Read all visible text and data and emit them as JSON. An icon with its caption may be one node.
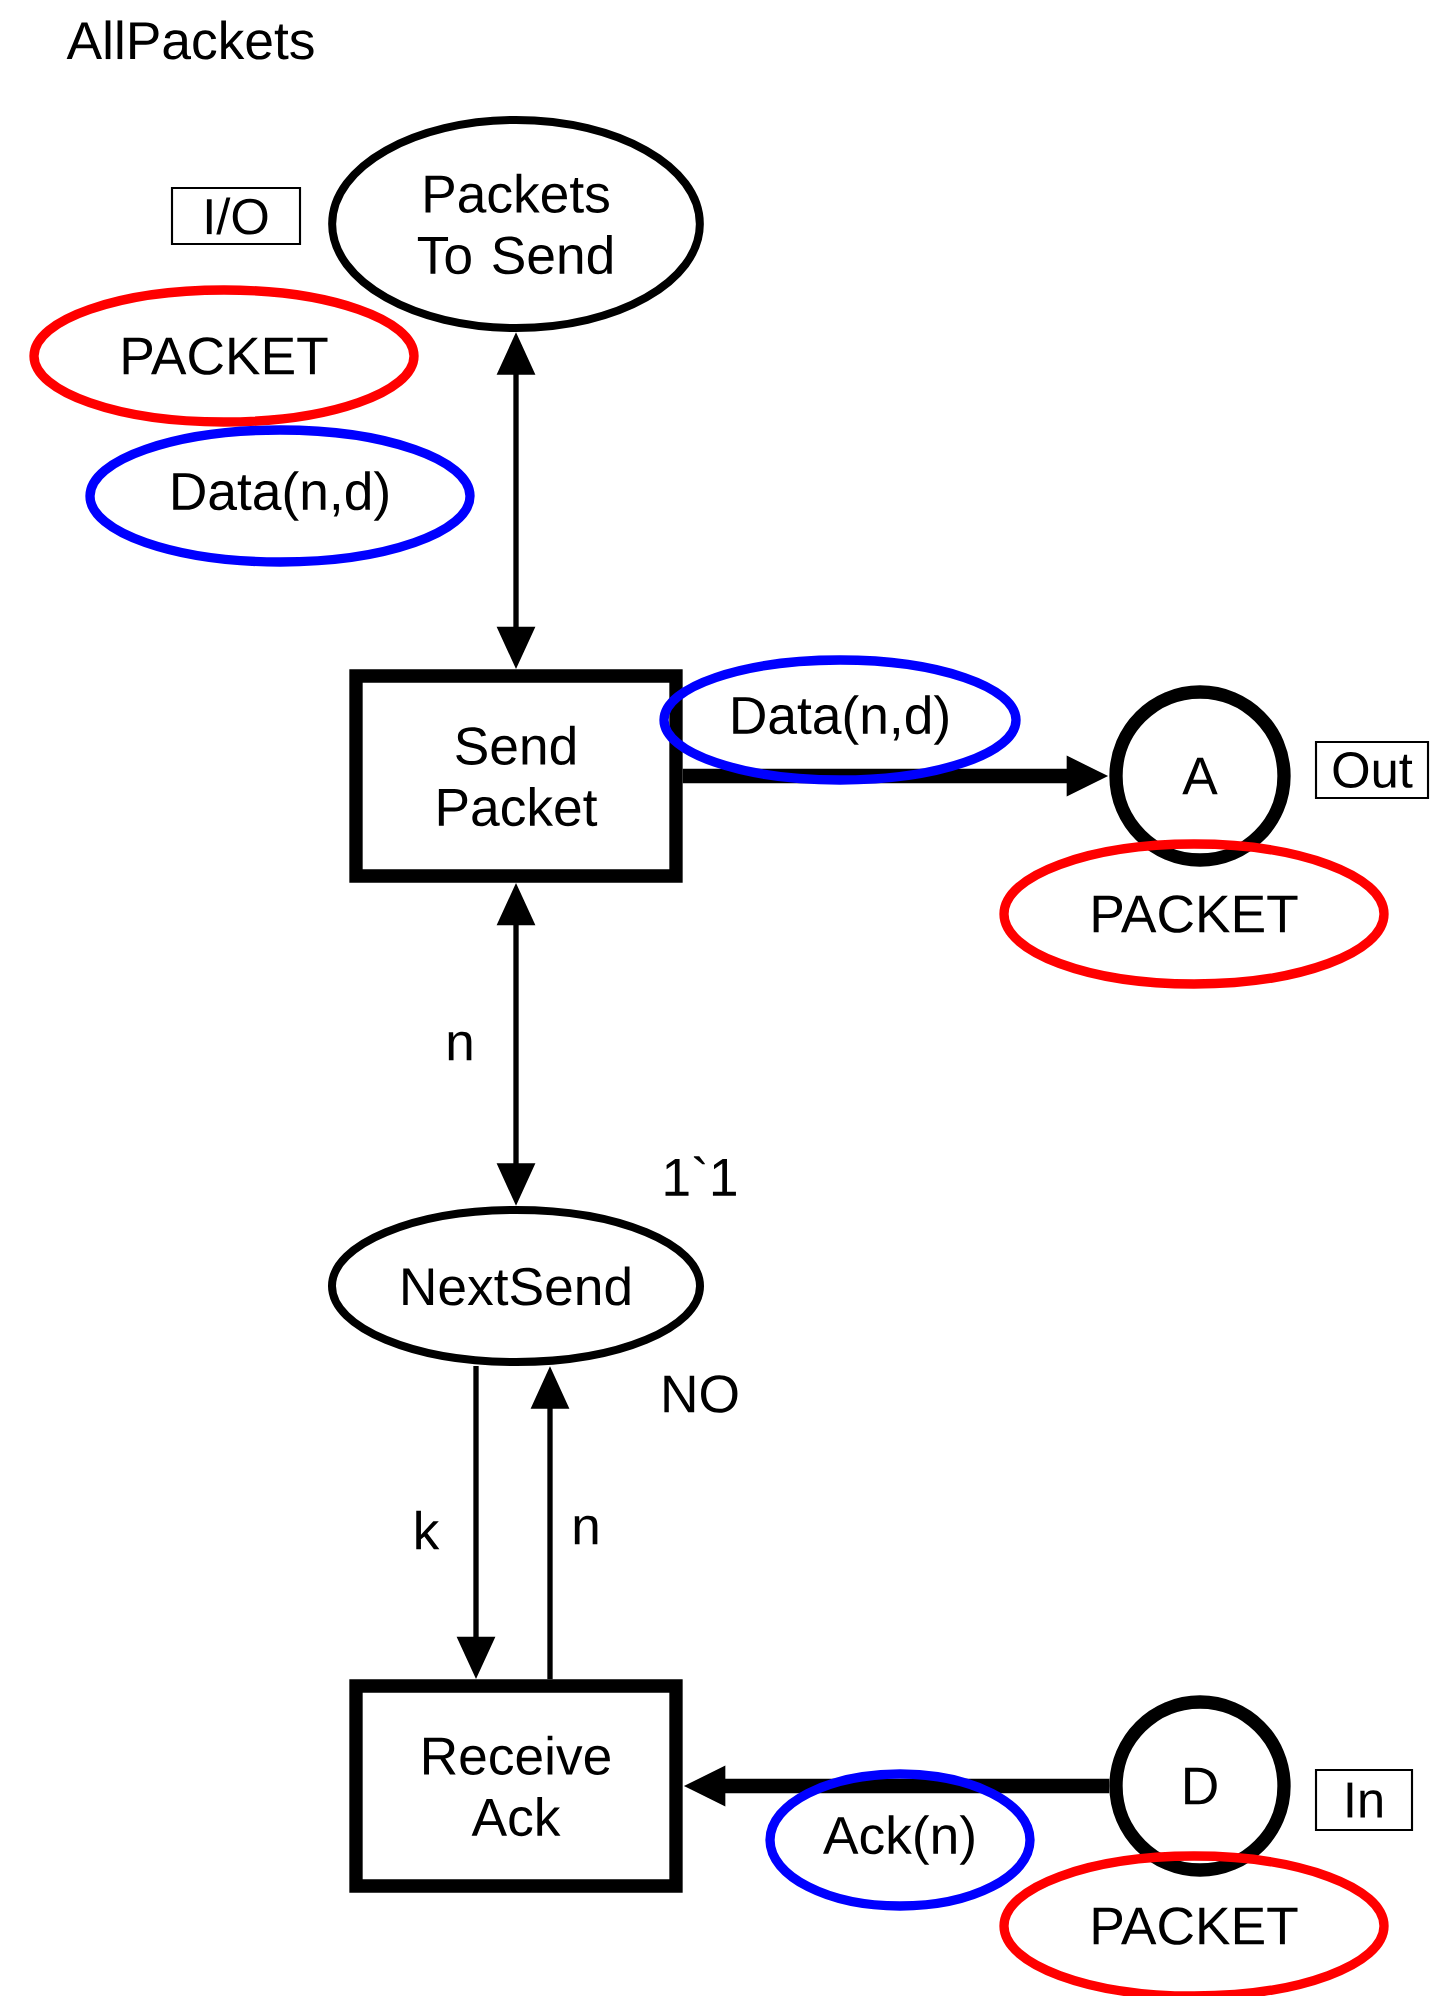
{
  "diagram": {
    "title": "AllPackets",
    "nodes": [
      {
        "text": [
          "Packets To Send"
        ]
      },
      {
        "text": [
          "I/O"
        ]
      },
      {
        "text": [
          "PACKET"
        ]
      },
      {
        "text": [
          "Send Packet"
        ]
      },
      {
        "text": [
          "A"
        ]
      },
      {
        "text": [
          "Out"
        ]
      },
      {
        "text": [
          "PACKET"
        ]
      },
      {
        "text": [
          "NextSend"
        ],
        "beside": [
          "1`1",
          "NO"
        ]
      },
      {
        "text": [
          "Receive Ack"
        ]
      },
      {
        "text": [
          "D"
        ]
      },
      {
        "text": [
          "In"
        ]
      },
      {
        "text": [
          "PACKET"
        ]
      }
    ],
    "edges": [
      {
        "from": 0,
        "to": 3,
        "arrow": "both",
        "label": "Data(n,d)"
      },
      {
        "from": 3,
        "to": 4,
        "arrow": "to",
        "label": "Data(n,d)",
        "style": "thick"
      },
      {
        "from": 3,
        "to": 7,
        "arrow": "both",
        "label": "n"
      },
      {
        "from": 7,
        "to": 8,
        "arrow": "to",
        "label": "k"
      },
      {
        "from": 8,
        "to": 7,
        "arrow": "to",
        "label": "n"
      },
      {
        "from": 9,
        "to": 8,
        "arrow": "to",
        "label": "Ack(n)",
        "style": "thick"
      }
    ]
  }
}
